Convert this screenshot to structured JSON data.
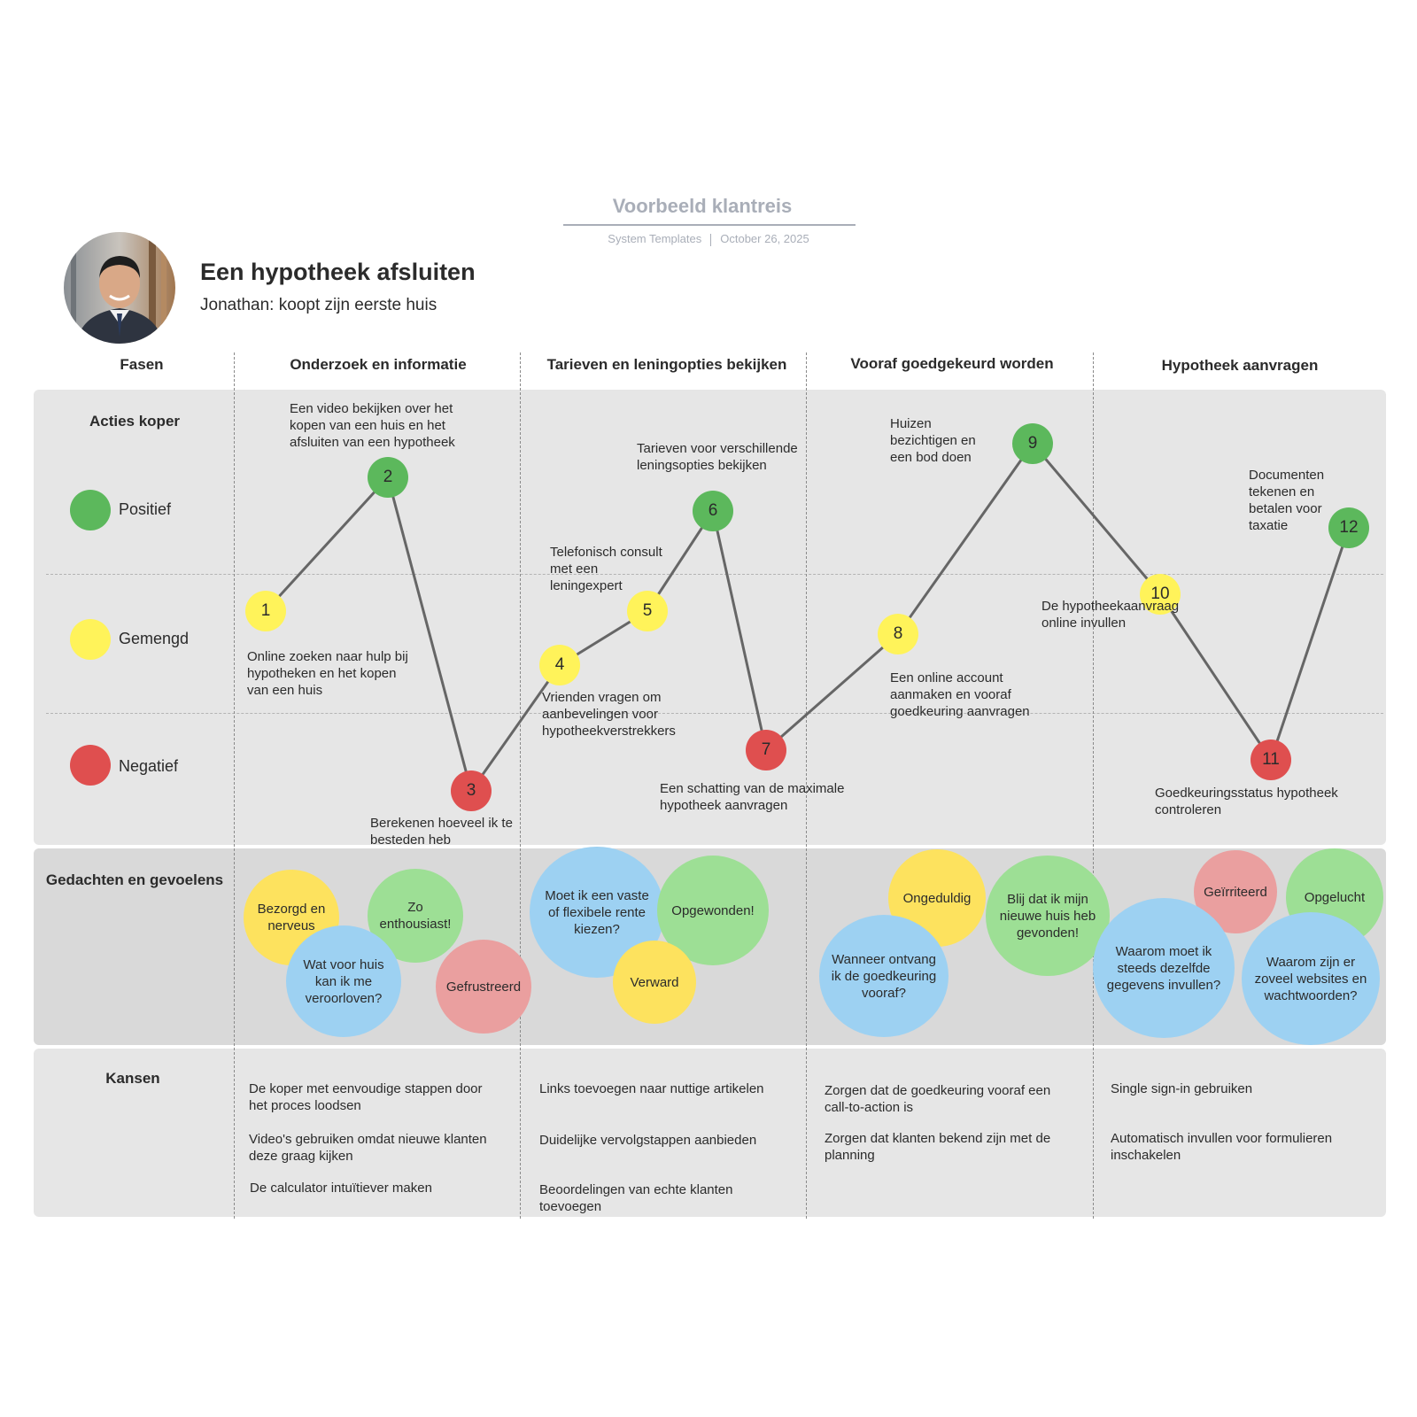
{
  "header": {
    "doc_title": "Voorbeeld klantreis",
    "source": "System Templates",
    "date": "October 26, 2025",
    "title": "Een hypotheek afsluiten",
    "subtitle": "Jonathan: koopt zijn eerste huis"
  },
  "columns": {
    "fasen": "Fasen",
    "phases": [
      "Onderzoek en informatie",
      "Tarieven en leningopties bekijken",
      "Vooraf goedgekeurd worden",
      "Hypotheek aanvragen"
    ]
  },
  "rows": {
    "acties": "Acties koper",
    "gedachten": "Gedachten en gevoelens",
    "kansen": "Kansen"
  },
  "legend": [
    {
      "label": "Positief",
      "color": "#5cb85c"
    },
    {
      "label": "Gemengd",
      "color": "#fff35a"
    },
    {
      "label": "Negatief",
      "color": "#df4f4f"
    }
  ],
  "colors": {
    "positive": "#5cb85c",
    "mixed": "#fff35a",
    "negative": "#df4f4f",
    "bubble_blue": "#9dd1f2",
    "bubble_yellow": "#fde25e",
    "bubble_green": "#9ddf95",
    "bubble_red": "#ea9f9f",
    "line": "#666666"
  },
  "journey_points": [
    {
      "n": "1",
      "sentiment": "mixed",
      "label": "Online zoeken naar hulp bij hypotheken en het kopen van een huis"
    },
    {
      "n": "2",
      "sentiment": "positive",
      "label": "Een video bekijken over het kopen van een huis en het afsluiten van een hypotheek"
    },
    {
      "n": "3",
      "sentiment": "negative",
      "label": "Berekenen hoeveel ik te besteden heb"
    },
    {
      "n": "4",
      "sentiment": "mixed",
      "label": "Vrienden vragen om aanbevelingen voor hypotheekverstrekkers"
    },
    {
      "n": "5",
      "sentiment": "mixed",
      "label": "Telefonisch consult met een leningexpert"
    },
    {
      "n": "6",
      "sentiment": "positive",
      "label": "Tarieven voor verschillende leningsopties bekijken"
    },
    {
      "n": "7",
      "sentiment": "negative",
      "label": "Een schatting van de maximale hypotheek aanvragen"
    },
    {
      "n": "8",
      "sentiment": "mixed",
      "label": "Een online account aanmaken en vooraf goedkeuring aanvragen"
    },
    {
      "n": "9",
      "sentiment": "positive",
      "label": "Huizen bezichtigen en een bod doen"
    },
    {
      "n": "10",
      "sentiment": "mixed",
      "label": "De hypotheekaanvraag online invullen"
    },
    {
      "n": "11",
      "sentiment": "negative",
      "label": "Goedkeuringsstatus hypotheek controleren"
    },
    {
      "n": "12",
      "sentiment": "positive",
      "label": "Documenten tekenen en betalen voor taxatie"
    }
  ],
  "feelings": [
    {
      "text": "Bezorgd en nerveus",
      "color": "yellow"
    },
    {
      "text": "Zo enthousiast!",
      "color": "green"
    },
    {
      "text": "Wat voor huis kan ik me veroorloven?",
      "color": "blue"
    },
    {
      "text": "Gefrustreerd",
      "color": "red"
    },
    {
      "text": "Moet ik een vaste of flexibele rente kiezen?",
      "color": "blue"
    },
    {
      "text": "Opgewonden!",
      "color": "green"
    },
    {
      "text": "Verward",
      "color": "yellow"
    },
    {
      "text": "Ongeduldig",
      "color": "yellow"
    },
    {
      "text": "Blij dat ik mijn nieuwe huis heb gevonden!",
      "color": "green"
    },
    {
      "text": "Wanneer ontvang ik de goedkeuring vooraf?",
      "color": "blue"
    },
    {
      "text": "Geïrriteerd",
      "color": "red"
    },
    {
      "text": "Opgelucht",
      "color": "green"
    },
    {
      "text": "Waarom moet ik steeds dezelfde gegevens invullen?",
      "color": "blue"
    },
    {
      "text": "Waarom zijn er zoveel websites en wachtwoorden?",
      "color": "blue"
    }
  ],
  "opportunities": [
    [
      "De koper met eenvoudige stappen door het proces loodsen",
      "Video's gebruiken omdat nieuwe klanten deze graag kijken",
      "De calculator intuïtiever maken"
    ],
    [
      "Links toevoegen naar nuttige artikelen",
      "Duidelijke vervolgstappen aanbieden",
      "Beoordelingen van echte klanten toevoegen"
    ],
    [
      "Zorgen dat de goedkeuring vooraf een call-to-action is",
      "Zorgen dat klanten bekend zijn met de planning"
    ],
    [
      "Single sign-in gebruiken",
      "Automatisch invullen voor formulieren inschakelen"
    ]
  ]
}
